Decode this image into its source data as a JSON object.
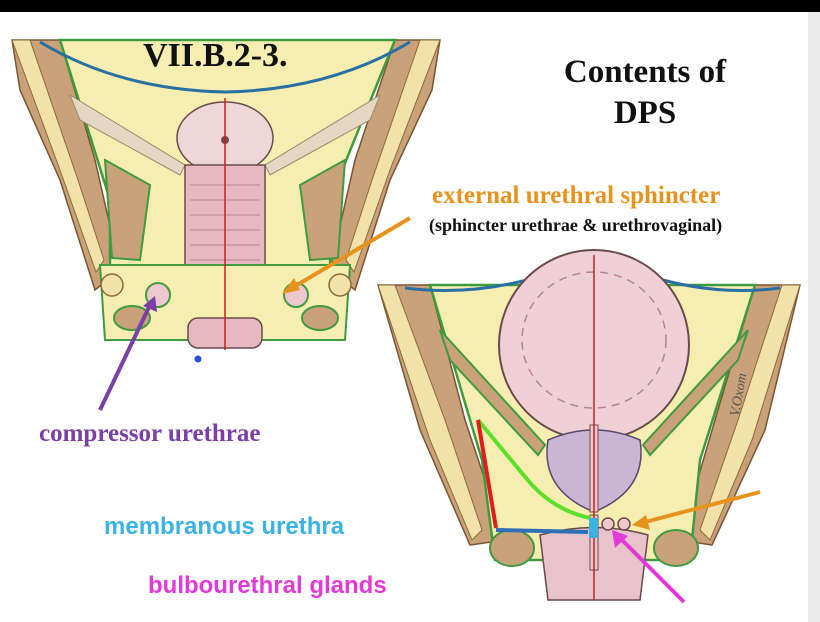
{
  "slide": {
    "code": "VII.B.2-3.",
    "title_line1": "Contents of",
    "title_line2": "DPS",
    "signature": "V.Oxom"
  },
  "labels": {
    "external_sphincter": "external urethral sphincter",
    "external_sphincter_sub": "(sphincter urethrae & urethrovaginal)",
    "compressor": "compressor urethrae",
    "membranous": "membranous urethra",
    "bulbourethral": "bulbourethral glands"
  },
  "colors": {
    "external_sphincter": "#e8921e",
    "compressor": "#7b3fa8",
    "membranous": "#3ab3e3",
    "bulbourethral": "#e23ad6",
    "muscle": "#c9a27a",
    "fascia_green": "#3f9b3f",
    "fascia_blue": "#2a6fa3",
    "fat": "#f6eeb0",
    "organ_pink": "#e8c3cc",
    "midline_red": "#d11d1d",
    "trace_green": "#5ee02b",
    "trace_red": "#e01d1d",
    "trace_blue": "#2e6fb8"
  }
}
